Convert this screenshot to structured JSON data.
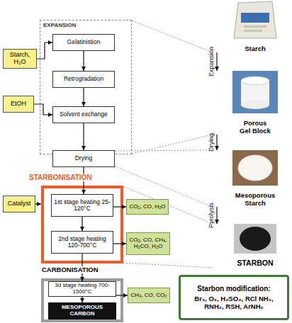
{
  "diagram": {
    "nodes": [
      {
        "text": [
          "Starch, H₂O"
        ]
      },
      {
        "text": [
          "EXPANSION"
        ]
      },
      {
        "text": [
          "Gelatinistion"
        ],
        "in": 1
      },
      {
        "text": [
          "Retrogradation"
        ],
        "in": 1
      },
      {
        "text": [
          "Solvent exchange"
        ],
        "in": 1
      },
      {
        "text": [
          "EtOH"
        ]
      },
      {
        "text": [
          "Drying"
        ]
      },
      {
        "text": [
          "STARBONISATION"
        ]
      },
      {
        "text": [
          "Catalyst"
        ]
      },
      {
        "text": [
          "1st stage heating 25-120°C"
        ],
        "in": 7
      },
      {
        "text": [
          "CO₂, CO, H₂O"
        ]
      },
      {
        "text": [
          "2nd stage heating 120-700°C"
        ],
        "in": 7
      },
      {
        "text": [
          "CO₂, CO, CH₄, H₂CO, H₂O"
        ]
      },
      {
        "text": [
          "CARBONISATION"
        ]
      },
      {
        "text": [
          "3d stage heating 700-1500°C"
        ],
        "in": 13
      },
      {
        "text": [
          "MESOPOROUS CARBON"
        ],
        "in": 13
      },
      {
        "text": [
          "CH₄, CO, CO₂"
        ]
      },
      {
        "text": [
          "Starch"
        ]
      },
      {
        "text": [
          "Porous Gel Block"
        ]
      },
      {
        "text": [
          "Mesoporous Starch"
        ]
      },
      {
        "text": [
          "STARBON"
        ]
      },
      {
        "text": [
          "Starbon modification:",
          "Br₂, O₂, H₂SO₄, RCl NH₃, RNH₂, RSH, ArNH₂"
        ]
      }
    ],
    "edges": [
      {
        "from": 0,
        "to": 2,
        "arrow": "to"
      },
      {
        "from": 2,
        "to": 3,
        "arrow": "to"
      },
      {
        "from": 3,
        "to": 4,
        "arrow": "to"
      },
      {
        "from": 5,
        "to": 4,
        "arrow": "to"
      },
      {
        "from": 4,
        "to": 6,
        "arrow": "to"
      },
      {
        "from": 6,
        "to": 9,
        "arrow": "to"
      },
      {
        "from": 8,
        "to": 7,
        "arrow": "to"
      },
      {
        "from": 9,
        "to": 10,
        "arrow": "to"
      },
      {
        "from": 9,
        "to": 11,
        "arrow": "to"
      },
      {
        "from": 11,
        "to": 12,
        "arrow": "to"
      },
      {
        "from": 11,
        "to": 14,
        "arrow": "to"
      },
      {
        "from": 14,
        "to": 15,
        "arrow": "to"
      },
      {
        "from": 14,
        "to": 16,
        "arrow": "to"
      },
      {
        "from": 17,
        "to": 18,
        "label": "Expansion",
        "arrow": "to"
      },
      {
        "from": 18,
        "to": 19,
        "label": "Drying",
        "arrow": "to"
      },
      {
        "from": 19,
        "to": 20,
        "label": "Pyrolysis",
        "arrow": "to"
      }
    ]
  }
}
